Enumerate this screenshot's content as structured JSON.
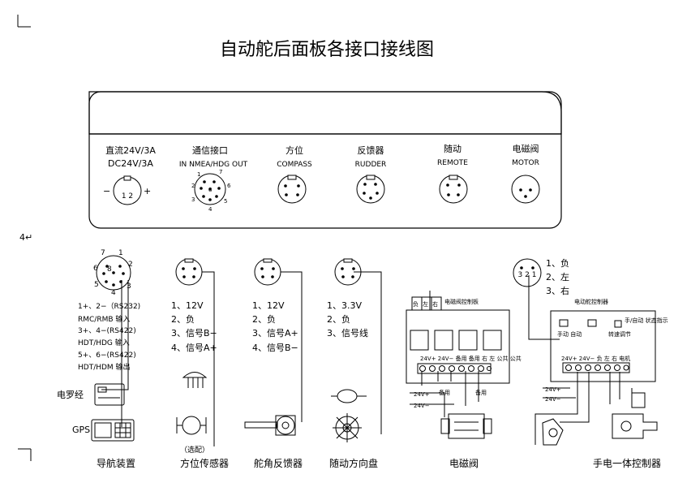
{
  "title": "自动舵后面板各接口接线图",
  "panel": {
    "ports": [
      {
        "cn": "直流24V/3A",
        "en": "DC24V/3A",
        "minus": "−",
        "plus": "+",
        "pins": "1  2"
      },
      {
        "cn": "通信接口",
        "en": "IN NMEA/HDG OUT",
        "pins": [
          "1",
          "7",
          "2",
          "8",
          "6",
          "3",
          "5",
          "4"
        ]
      },
      {
        "cn": "方位",
        "en": "COMPASS"
      },
      {
        "cn": "反馈器",
        "en": "RUDDER"
      },
      {
        "cn": "随动",
        "en": "REMOTE"
      },
      {
        "cn": "电磁阀",
        "en": "MOTOR"
      }
    ]
  },
  "nav": {
    "pins": [
      "7",
      "1",
      "6",
      "8",
      "2",
      "5",
      "3",
      "4"
    ],
    "notes": [
      "1+、2−（RS232)",
      "RMC/RMB 输入",
      "3+、4−(RS422)",
      "HDT/HDG 输入",
      "5+、6−(RS422)",
      "HDT/HDM 输出"
    ],
    "compass_label": "电罗经",
    "gps_label": "GPS",
    "caption": "导航装置"
  },
  "compass_sensor": {
    "lines": [
      "1、12V",
      "2、负",
      "3、信号B−",
      "4、信号A+"
    ],
    "optional": "（选配）",
    "caption": "方位传感器"
  },
  "rudder_fb": {
    "lines": [
      "1、12V",
      "2、负",
      "3、信号A+",
      "4、信号B−"
    ],
    "caption": "舵角反馈器"
  },
  "remote": {
    "lines": [
      "1、3.3V",
      "2、负",
      "3、信号线"
    ],
    "caption": "随动方向盘"
  },
  "valve": {
    "board_label": "电磁阀控制板",
    "top_terms": [
      "负",
      "左",
      "右"
    ],
    "terms": "24V+ 24V− 备用 备用 右 左 公共 公共",
    "spare1": "备用",
    "spare2": "备用",
    "v_plus": "24V+",
    "v_minus": "24V−",
    "caption": "电磁阀"
  },
  "motor_ctrl": {
    "lines": [
      "1、负",
      "2、左",
      "3、右"
    ],
    "pins": "3  2  1",
    "board_label": "电动舵控制器",
    "mini1": "手/自动 状态指示",
    "mini2": "手动 自动",
    "mini3": "转速调节",
    "terms": "24V+ 24V− 负 左 右 电机",
    "v_plus": "24V+",
    "v_minus": "24V−",
    "caption": "手电一体控制器"
  },
  "margin_mark": "4↵"
}
